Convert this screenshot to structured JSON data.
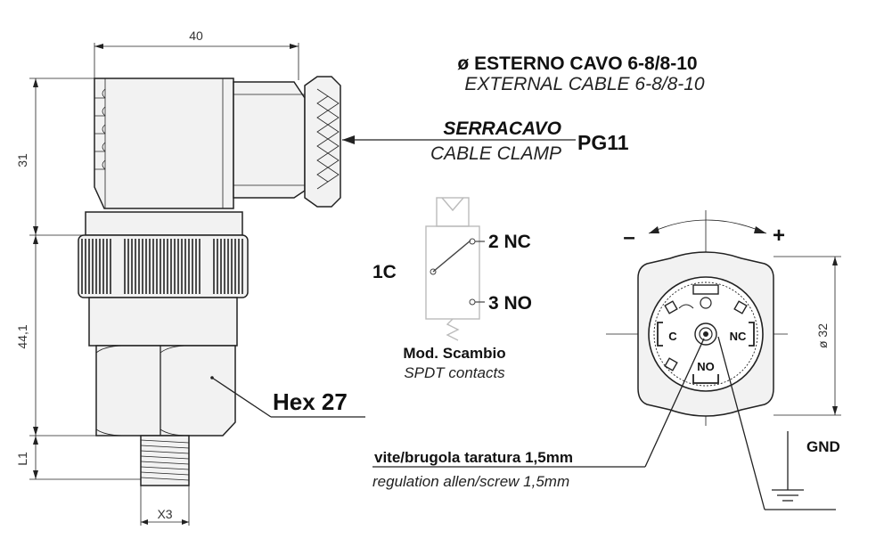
{
  "dimensions": {
    "width_top": "40",
    "height_connector": "31",
    "height_body": "44,1",
    "length_thread": "L1",
    "thread_width": "X3",
    "diameter": "ø 32"
  },
  "cable": {
    "title_it": "ø ESTERNO CAVO 6-8/8-10",
    "title_en": "EXTERNAL CABLE 6-8/8-10"
  },
  "clamp": {
    "label_it": "SERRACAVO",
    "label_en": "CABLE CLAMP",
    "size": "PG11"
  },
  "contacts": {
    "common": "1C",
    "nc": "2 NC",
    "no": "3 NO",
    "title_it": "Mod. Scambio",
    "title_en": "SPDT contacts"
  },
  "hex": {
    "label": "Hex 27"
  },
  "adjust": {
    "minus": "–",
    "plus": "+"
  },
  "socket": {
    "c": "C",
    "nc": "NC",
    "no": "NO"
  },
  "ground": {
    "label": "GND"
  },
  "screw": {
    "label_it": "vite/brugola taratura 1,5mm",
    "label_en": "regulation allen/screw 1,5mm"
  }
}
